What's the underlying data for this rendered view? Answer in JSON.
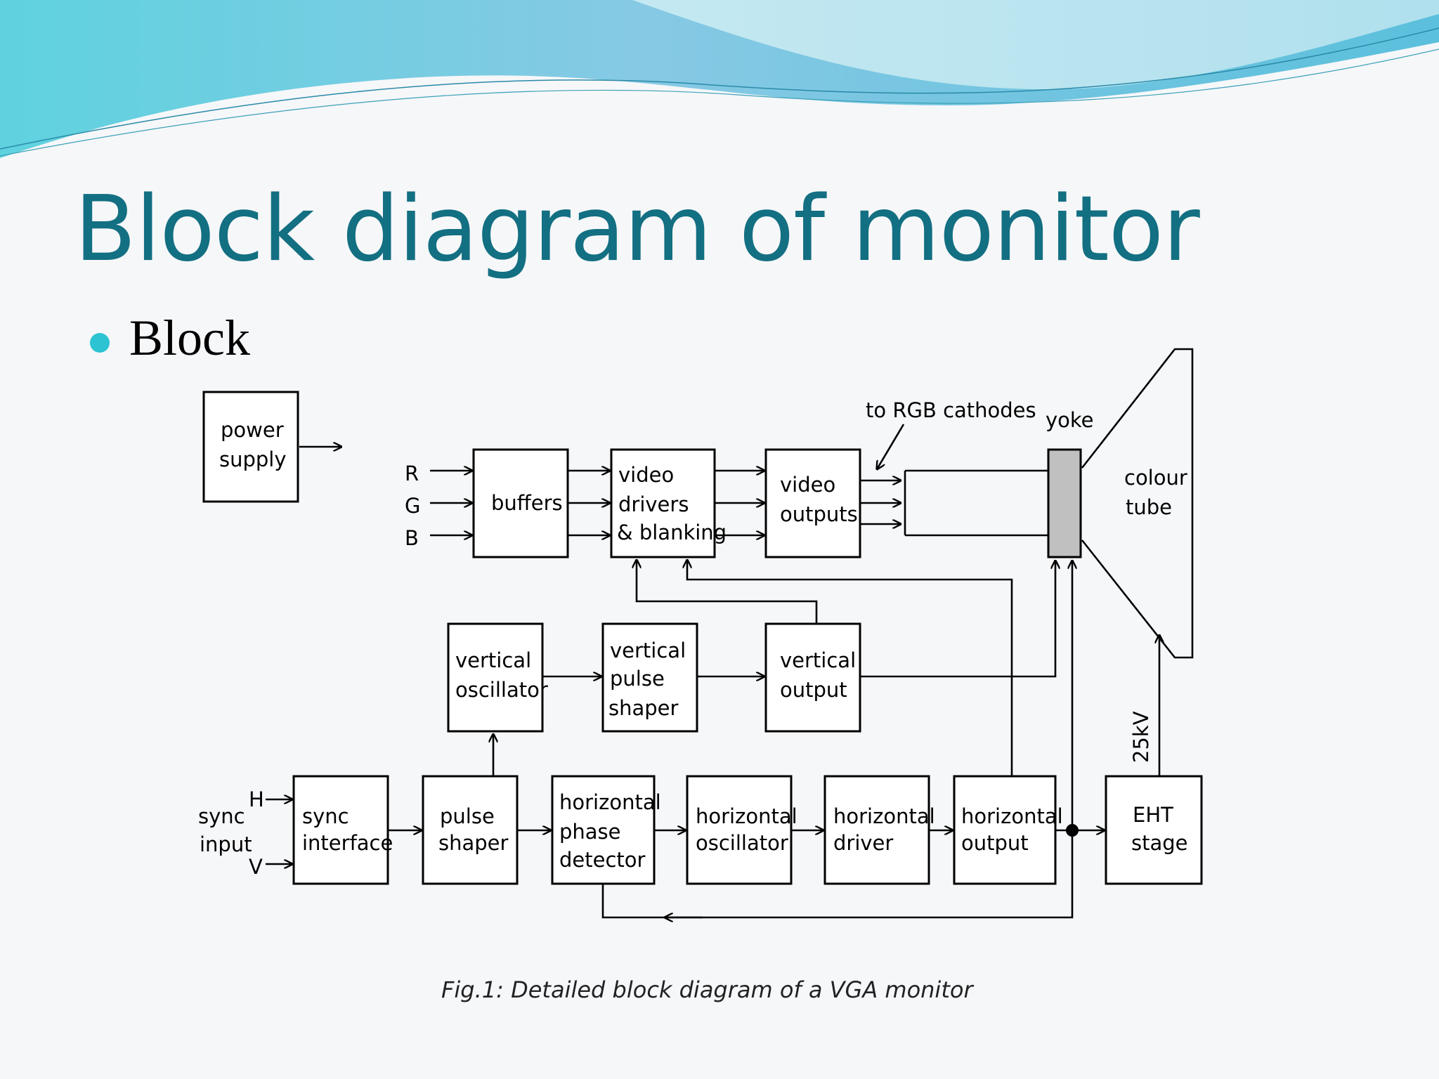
{
  "slide": {
    "title": "Block diagram of monitor",
    "bullet": "Block"
  },
  "diagram": {
    "caption": "Fig.1: Detailed block diagram of a VGA monitor",
    "blocks": {
      "power_supply": [
        "power",
        "supply"
      ],
      "buffers": [
        "buffers"
      ],
      "video_drivers": [
        "video",
        "drivers",
        "& blanking"
      ],
      "video_outputs": [
        "video",
        "outputs"
      ],
      "vertical_oscillator": [
        "vertical",
        "oscillator"
      ],
      "vertical_pulse_shaper": [
        "vertical",
        "pulse",
        "shaper"
      ],
      "vertical_output": [
        "vertical",
        "output"
      ],
      "sync_interface": [
        "sync",
        "interface"
      ],
      "pulse_shaper": [
        "pulse",
        "shaper"
      ],
      "horizontal_phase_detector": [
        "horizontal",
        "phase",
        "detector"
      ],
      "horizontal_oscillator": [
        "horizontal",
        "oscillator"
      ],
      "horizontal_driver": [
        "horizontal",
        "driver"
      ],
      "horizontal_output": [
        "horizontal",
        "output"
      ],
      "eht_stage": [
        "EHT",
        "stage"
      ],
      "colour_tube": [
        "colour",
        "tube"
      ]
    },
    "labels": {
      "r": "R",
      "g": "G",
      "b": "B",
      "to_rgb_cathodes": "to RGB cathodes",
      "yoke": "yoke",
      "sync_input": [
        "sync",
        "input"
      ],
      "h": "H",
      "v": "V",
      "eht_voltage": "25kV"
    },
    "colors": {
      "yoke_fill": "#c0c0c0",
      "title": "#136f82",
      "bullet": "#2cc3d3"
    }
  }
}
